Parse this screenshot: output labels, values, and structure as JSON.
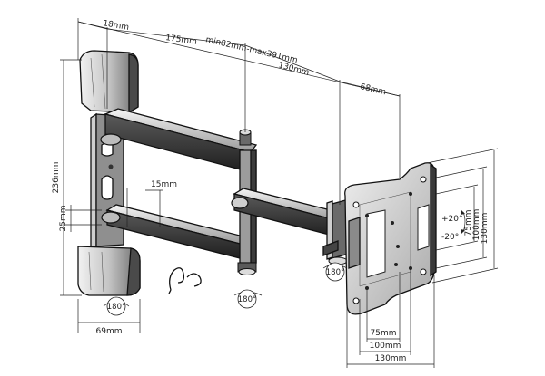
{
  "dimensions": {
    "top_offset": "18mm",
    "arm1": "175mm",
    "extension_range": "min82mm-max391mm",
    "arm2": "130mm",
    "plate_depth": "68mm",
    "wall_height": "236mm",
    "arm_gap": "25mm",
    "arm_thickness": "15mm",
    "wall_width": "69mm",
    "vesa_75": "75mm",
    "vesa_100": "100mm",
    "vesa_130": "130mm",
    "tilt_up": "+20°",
    "tilt_down": "-20°"
  },
  "rotations": {
    "wall_swivel": "180°",
    "elbow_swivel": "180°",
    "head_swivel": "180°"
  },
  "colors": {
    "line": "#222222",
    "metal_dark": "#3a3a3a",
    "metal_mid": "#8a8a8a",
    "metal_light": "#d8d8d8"
  }
}
